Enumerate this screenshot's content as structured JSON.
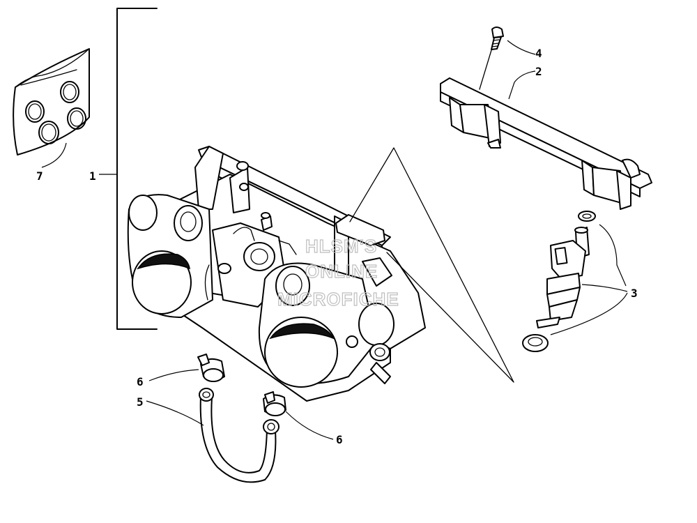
{
  "callouts": [
    "1",
    "2",
    "3",
    "4",
    "5",
    "6",
    "6",
    "7"
  ],
  "watermark": {
    "line1": "HLSM'S",
    "line2": "ONLINE",
    "line3": "MICROFICHE"
  },
  "colors": {
    "ink": "#000000",
    "paper": "#ffffff",
    "watermark": "#bdbdbd"
  }
}
